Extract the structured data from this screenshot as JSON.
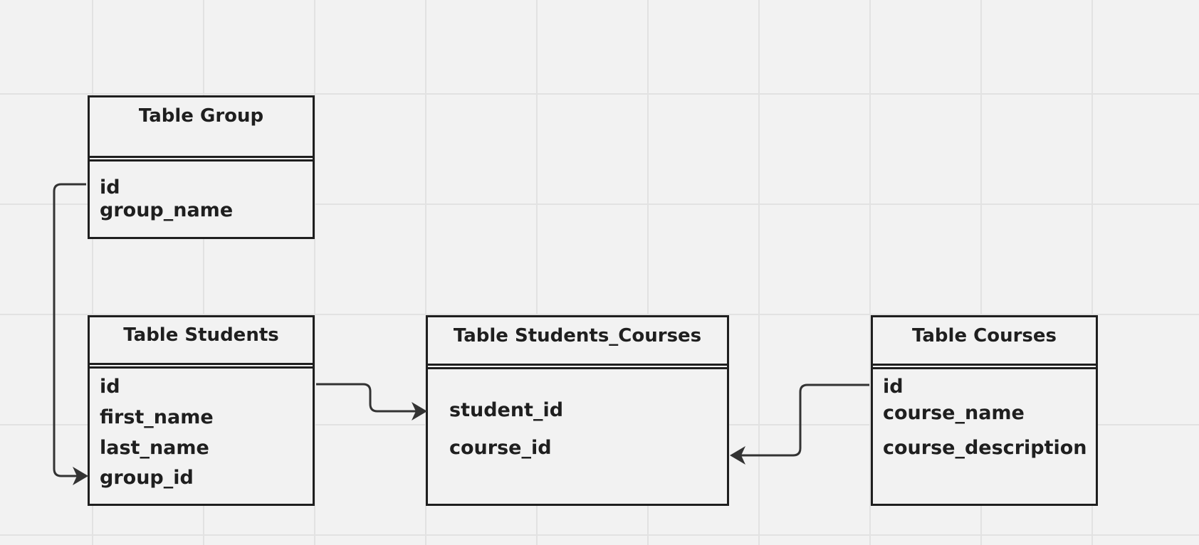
{
  "diagram": {
    "tables": {
      "group": {
        "title": "Table Group",
        "fields": [
          "id",
          "group_name"
        ]
      },
      "students": {
        "title": "Table Students",
        "fields": [
          "id",
          "first_name",
          "last_name",
          "group_id"
        ]
      },
      "students_courses": {
        "title": "Table Students_Courses",
        "fields": [
          "student_id",
          "course_id"
        ]
      },
      "courses": {
        "title": "Table Courses",
        "fields": [
          "id",
          "course_name",
          "course_description"
        ]
      }
    },
    "relations": [
      {
        "from": "Table Group.id",
        "to": "Table Students.group_id"
      },
      {
        "from": "Table Students.id",
        "to": "Table Students_Courses.student_id"
      },
      {
        "from": "Table Courses.id",
        "to": "Table Students_Courses.course_id"
      }
    ],
    "colors": {
      "background": "#f2f2f2",
      "grid": "#e2e2e2",
      "stroke": "#1f1f1f",
      "connector": "#333333"
    }
  }
}
